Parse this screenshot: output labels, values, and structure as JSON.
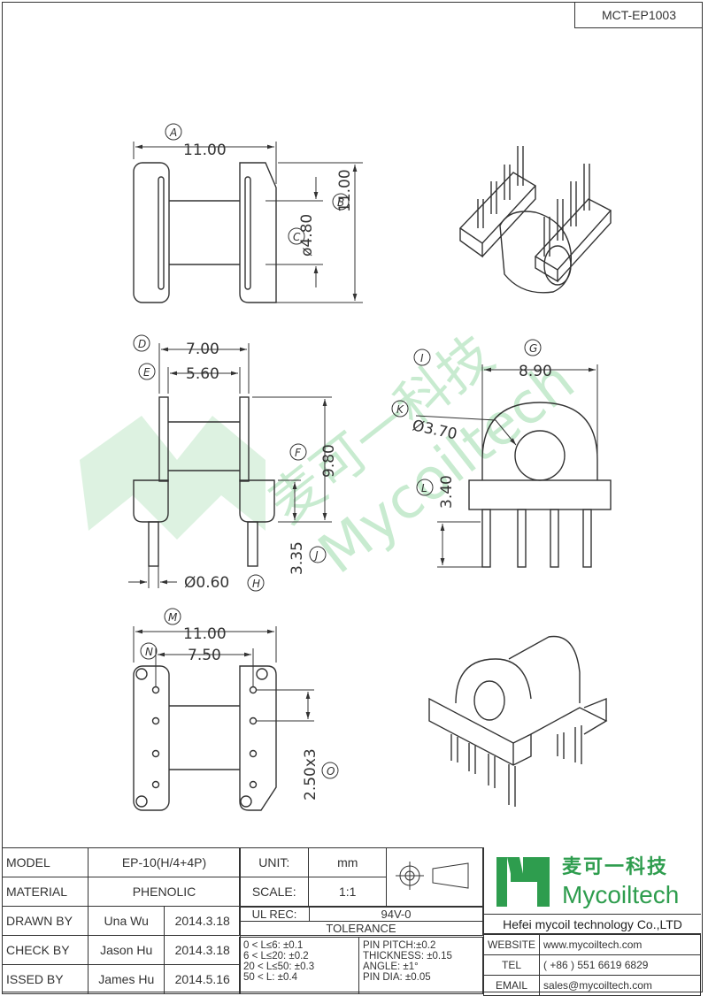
{
  "drawing_number": "MCT-EP1003",
  "dimensions": {
    "A": "11.00",
    "B": "11.00",
    "C": "ø4.80",
    "D": "7.00",
    "E": "5.60",
    "F": "9.80",
    "G": "8.90",
    "H": "Ø0.60",
    "J": "3.35",
    "K": "Ø3.70",
    "L": "3.40",
    "M": "11.00",
    "N": "7.50",
    "O": "2.50x3"
  },
  "callouts": [
    "A",
    "B",
    "C",
    "D",
    "E",
    "F",
    "G",
    "H",
    "I",
    "J",
    "K",
    "L",
    "M",
    "N",
    "O"
  ],
  "watermark": {
    "cn": "麦可一科技",
    "en": "Mycoiltech"
  },
  "title_block": {
    "model_label": "MODEL",
    "model_value": "EP-10(H/4+4P)",
    "material_label": "MATERIAL",
    "material_value": "PHENOLIC",
    "drawn_label": "DRAWN BY",
    "drawn_name": "Una Wu",
    "drawn_date": "2014.3.18",
    "check_label": "CHECK BY",
    "check_name": "Jason Hu",
    "check_date": "2014.3.18",
    "issued_label": "ISSED BY",
    "issued_name": "James Hu",
    "issued_date": "2014.5.16",
    "unit_label": "UNIT:",
    "unit_value": "mm",
    "scale_label": "SCALE:",
    "scale_value": "1:1",
    "ul_label": "UL REC:",
    "ul_value": "94V-0",
    "tolerance_label": "TOLERANCE",
    "tol_lines": [
      "0 < L≤6:  ±0.1",
      "6 < L≤20:  ±0.2",
      "20 < L≤50:  ±0.3",
      "50 < L:  ±0.4"
    ],
    "pin_lines": [
      "PIN PITCH:±0.2",
      "THICKNESS:  ±0.15",
      "ANGLE:  ±1°",
      "PIN DIA:  ±0.05"
    ],
    "logo_cn": "麦可一科技",
    "logo_en": "Mycoiltech",
    "company": "Hefei mycoil technology Co.,LTD",
    "website_label": "WEBSITE",
    "website": "www.mycoiltech.com",
    "tel_label": "TEL",
    "tel": "( +86 ) 551 6619 6829",
    "email_label": "EMAIL",
    "email": "sales@mycoiltech.com"
  }
}
